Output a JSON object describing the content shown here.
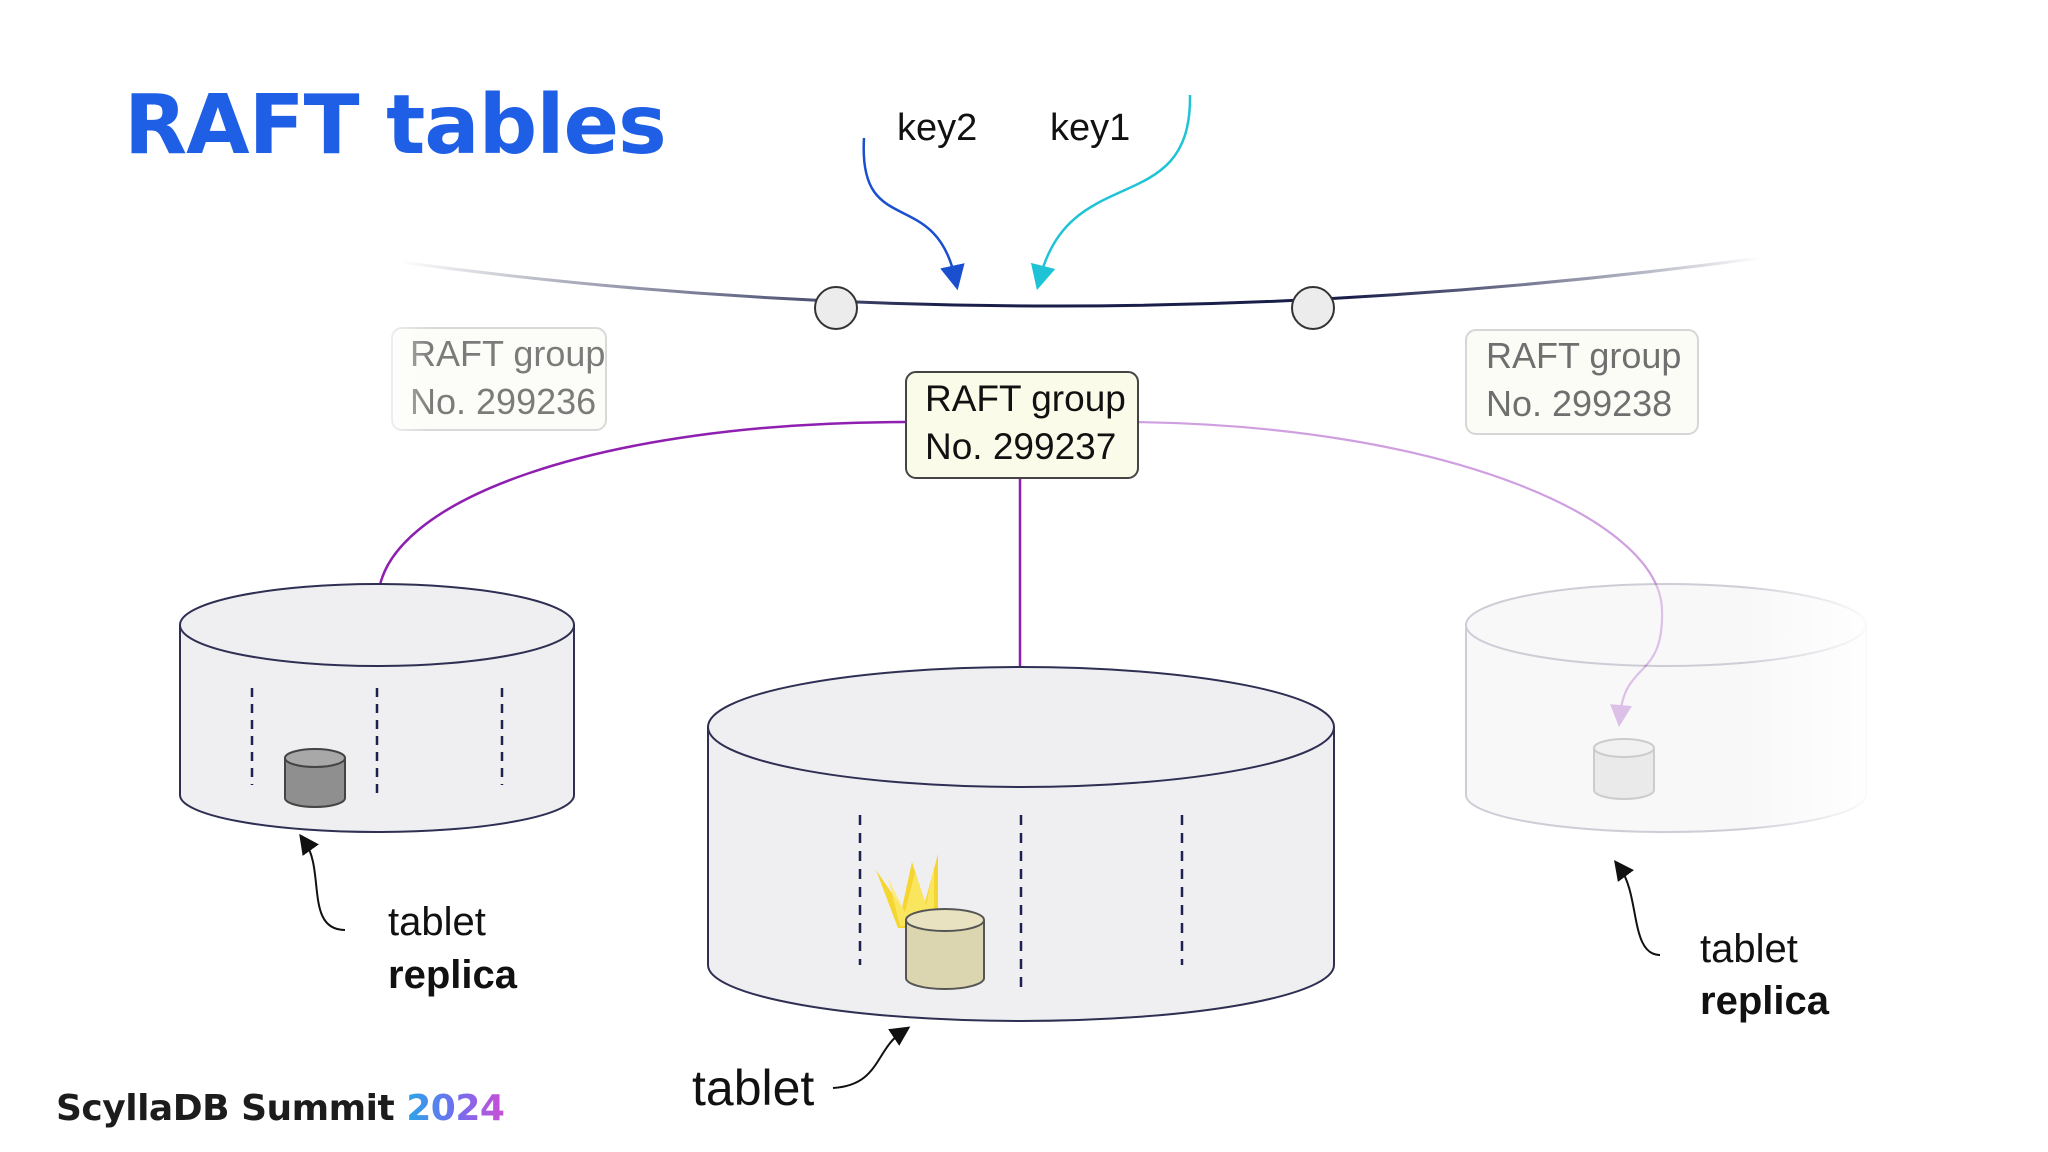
{
  "slide": {
    "title": "RAFT tables",
    "footer": {
      "brand": "ScyllaDB Summit",
      "year": "2024"
    }
  },
  "keys": {
    "key2": "key2",
    "key1": "key1"
  },
  "raft_groups": {
    "left": {
      "line1": "RAFT group",
      "line2": "No. 299236"
    },
    "center": {
      "line1": "RAFT group",
      "line2": "No. 299237"
    },
    "right": {
      "line1": "RAFT group",
      "line2": "No. 299238"
    }
  },
  "labels": {
    "left_tablet": "tablet",
    "left_replica": "replica",
    "center_tablet": "tablet",
    "right_tablet": "tablet",
    "right_replica": "replica"
  },
  "colors": {
    "title": "#1f5fe6",
    "key2_arrow": "#1a4fd0",
    "key1_arrow": "#1fc3d6",
    "raft_link": "#8e1fb0",
    "leader_crown": "#f5d21a",
    "leader_tablet": "#dcd6b0",
    "replica_tablet": "#8f8f8f"
  },
  "icons": {
    "leader": "crown-icon"
  }
}
